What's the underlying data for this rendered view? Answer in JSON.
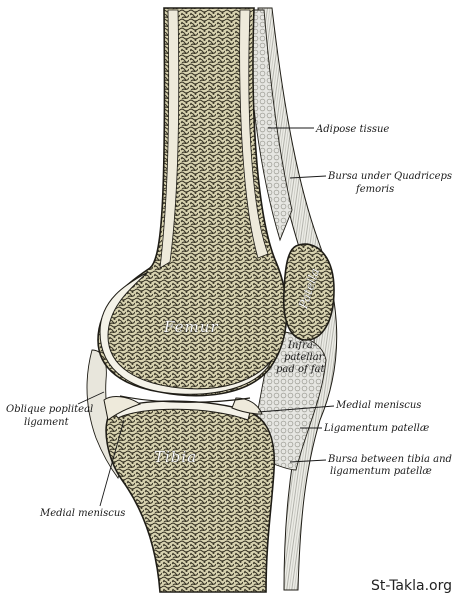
{
  "labels": {
    "adipose_tissue": "Adipose tissue",
    "bursa_quadriceps_1": "Bursa under Quadriceps",
    "bursa_quadriceps_2": "femoris",
    "patella": "Patella",
    "femur": "Femur",
    "infrapatellar_1": "Infra-",
    "infrapatellar_2": "patellar",
    "infrapatellar_3": "pad of fat",
    "medial_meniscus_right": "Medial meniscus",
    "ligamentum_patellae": "Ligamentum patellæ",
    "bursa_tibia_1": "Bursa between tibia and",
    "bursa_tibia_2": "ligamentum patellæ",
    "oblique_popliteal_1": "Oblique popliteal",
    "oblique_popliteal_2": "ligament",
    "tibia": "Tibia",
    "medial_meniscus_left": "Medial meniscus"
  },
  "watermark": "St-Takla.org",
  "colors": {
    "bone": "#d8d3b0",
    "bone_pattern": "#3a3628",
    "cortex": "#eeeadb",
    "outline": "#1f1d16",
    "fat": "#e6e6e2",
    "cartilage": "#f4f2e8"
  }
}
